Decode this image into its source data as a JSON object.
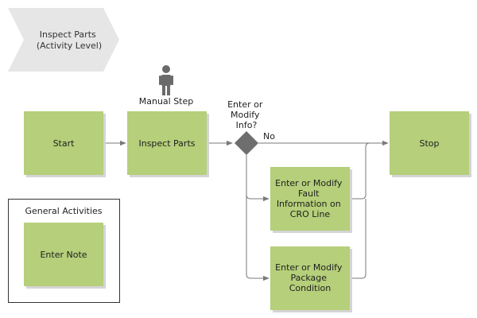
{
  "process_header": {
    "line1": "Inspect Parts",
    "line2": "(Activity Level)"
  },
  "manual_step": {
    "label": "Manual Step",
    "icon": "person-icon"
  },
  "nodes": {
    "start": "Start",
    "inspect_parts": "Inspect Parts",
    "stop": "Stop",
    "fault_info": [
      "Enter or Modify",
      "Fault",
      "Information on",
      "CRO Line"
    ],
    "package_condition": [
      "Enter or Modify",
      "Package",
      "Condition"
    ],
    "enter_note": "Enter Note"
  },
  "decision": {
    "question": [
      "Enter or",
      "Modify",
      "Info?"
    ],
    "no_label": "No"
  },
  "general_activities": {
    "title": "General Activities"
  },
  "colors": {
    "activity_fill": "#b5cf7a",
    "activity_shadow": "#d4d4d4",
    "decision_fill": "#6e6e6e",
    "chevron_fill": "#e6e6e6",
    "connector": "#7a7a7a",
    "person": "#6b6b6b",
    "frame": "#333333"
  }
}
